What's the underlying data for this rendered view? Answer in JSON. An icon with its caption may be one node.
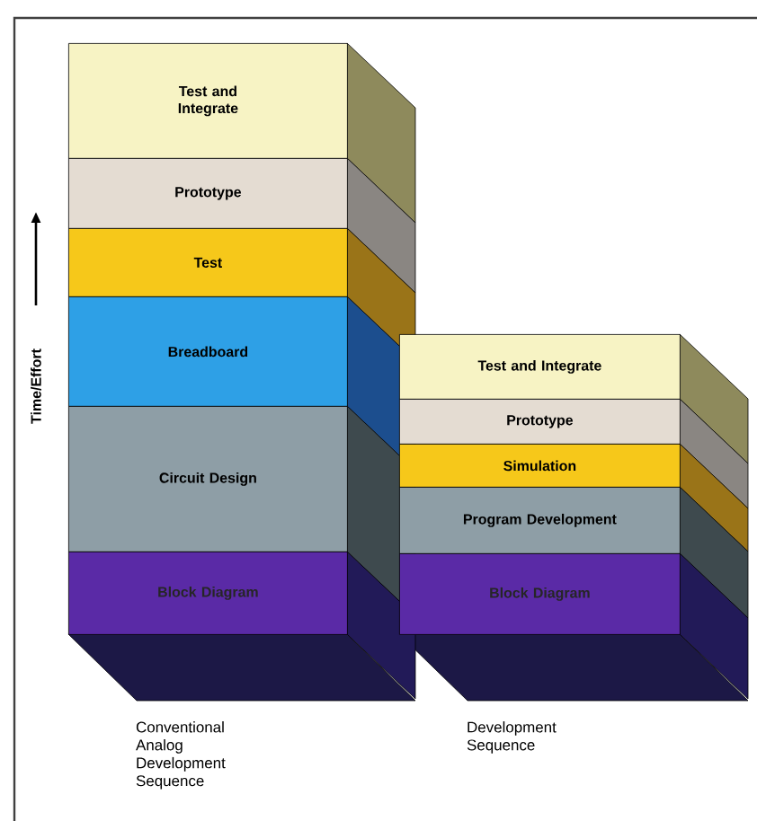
{
  "diagram": {
    "nodes": [
      {
        "text": [
          "Test and Integrate"
        ]
      },
      {
        "text": [
          "Prototype"
        ]
      },
      {
        "text": [
          "Test"
        ]
      },
      {
        "text": [
          "Breadboard"
        ]
      },
      {
        "text": [
          "Circuit Design"
        ]
      },
      {
        "text": [
          "Block Diagram"
        ]
      },
      {
        "text": [
          "Test and Integrate"
        ]
      },
      {
        "text": [
          "Prototype"
        ]
      },
      {
        "text": [
          "Simulation"
        ]
      },
      {
        "text": [
          "Program Development"
        ]
      },
      {
        "text": [
          "Block Diagram"
        ]
      }
    ],
    "labels": [
      "Time/Effort",
      "Conventional Analog Development Sequence",
      "Development Sequence"
    ]
  }
}
